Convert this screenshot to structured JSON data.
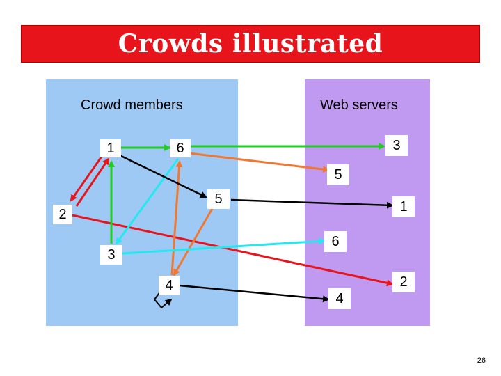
{
  "title": "Crowds illustrated",
  "panels": {
    "crowd_label": "Crowd members",
    "web_label": "Web servers"
  },
  "crowd_nodes": [
    "1",
    "6",
    "5",
    "2",
    "3",
    "4"
  ],
  "web_nodes": [
    "3",
    "5",
    "1",
    "6",
    "2",
    "4"
  ],
  "colors": {
    "title_bg": "#e8141c",
    "crowd_panel": "#9fc9f5",
    "web_panel": "#c09af0",
    "red_path": "#e8141c",
    "green_path": "#22cc22",
    "orange_path": "#f07830",
    "cyan_path": "#22e8f0",
    "black_path": "#000000"
  },
  "page_number": "26"
}
